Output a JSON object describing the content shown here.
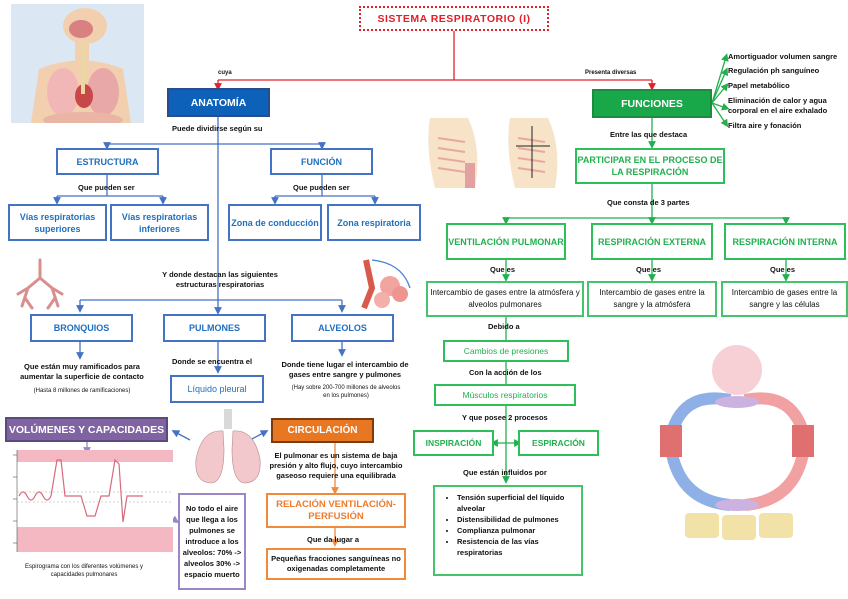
{
  "title": "SISTEMA RESPIRATORIO (I)",
  "connectors": {
    "left_label": "cuya",
    "right_label": "Presenta diversas"
  },
  "anatomy": {
    "label": "ANATOMÍA",
    "divide_label": "Puede dividirse según su",
    "structure": {
      "label": "ESTRUCTURA",
      "sub_label": "Que pueden ser",
      "items": [
        "Vías respiratorias superiores",
        "Vías respiratorias inferiores"
      ]
    },
    "function": {
      "label": "FUNCIÓN",
      "sub_label": "Que pueden ser",
      "items": [
        "Zona de conducción",
        "Zona respiratoria"
      ]
    },
    "highlight_label": "Y donde destacan las siguientes estructuras respiratorias",
    "structures": [
      {
        "label": "BRONQUIOS",
        "desc": "Que están muy ramificados para aumentar la superficie de contacto",
        "note": "(Hasta 8 millones de ramificaciones)"
      },
      {
        "label": "PULMONES",
        "desc": "Donde se encuentra el",
        "child": "Líquido pleural"
      },
      {
        "label": "ALVEOLOS",
        "desc": "Donde tiene lugar el intercambio de gases entre sangre y pulmones",
        "note": "(Hay sobre 200-700 millones de alveolos en los pulmones)"
      }
    ],
    "volumes": {
      "label": "VOLÚMENES Y CAPACIDADES",
      "caption": "Espirograma con los diferentes volúmenes y capacidades pulmonares",
      "note": "No todo el aire que llega a los pulmones se introduce a los alveolos: 70% -> alveolos 30% -> espacio muerto"
    },
    "circulation": {
      "label": "CIRCULACIÓN",
      "desc": "El pulmonar es un sistema de baja presión y alto flujo, cuyo intercambio gaseoso requiere una equilibrada",
      "relation": "RELACIÓN VENTILACIÓN-PERFUSIÓN",
      "relation_sub": "Que da lugar a",
      "result": "Pequeñas fracciones sanguíneas no oxigenadas completamente"
    }
  },
  "functions": {
    "label": "FUNCIONES",
    "list": [
      "Amortiguador volumen sangre",
      "Regulación ph sanguíneo",
      "Papel metabólico",
      "Eliminación de calor y agua corporal en el aire exhalado",
      "Filtra aire y fonación"
    ],
    "highlight_label": "Entre las que destaca",
    "main": "PARTICIPAR EN EL PROCESO DE LA RESPIRACIÓN",
    "parts_label": "Que consta de 3 partes",
    "parts": [
      {
        "label": "VENTILACIÓN PULMONAR",
        "sub": "Que es",
        "desc": "Intercambio de gases entre la atmósfera y alveolos pulmonares"
      },
      {
        "label": "RESPIRACIÓN EXTERNA",
        "sub": "Que es",
        "desc": "Intercambio de gases entre la sangre y la atmósfera"
      },
      {
        "label": "RESPIRACIÓN INTERNA",
        "sub": "Que es",
        "desc": "Intercambio de gases entre la sangre y las células"
      }
    ],
    "due_label": "Debido a",
    "pressure": "Cambios de presiones",
    "action_label": "Con la acción de los",
    "muscles": "Músculos respiratorios",
    "process_label": "Y que posee 2 procesos",
    "inspiration": "INSPIRACIÓN",
    "expiration": "ESPIRACIÓN",
    "influence_label": "Que están influidos por",
    "influences": [
      "Tensión superficial del líquido alveolar",
      "Distensibilidad de pulmones",
      "Complianza pulmonar",
      "Resistencia de las vías respiratorias"
    ]
  },
  "images": {
    "body": "respiratory-system-illustration",
    "thorax": "thorax-expiration-inspiration",
    "bronchi": "bronchi-illustration",
    "alveoli": "alveoli-illustration",
    "lungs": "lungs-illustration",
    "spirogram": "spirogram-chart",
    "gas_exchange": "gas-exchange-cycle"
  },
  "colors": {
    "title": "#e0202a",
    "anatomy": "#0d61b8",
    "functions": "#18a84a",
    "circulation": "#e87722",
    "volumes": "#8064a2"
  }
}
